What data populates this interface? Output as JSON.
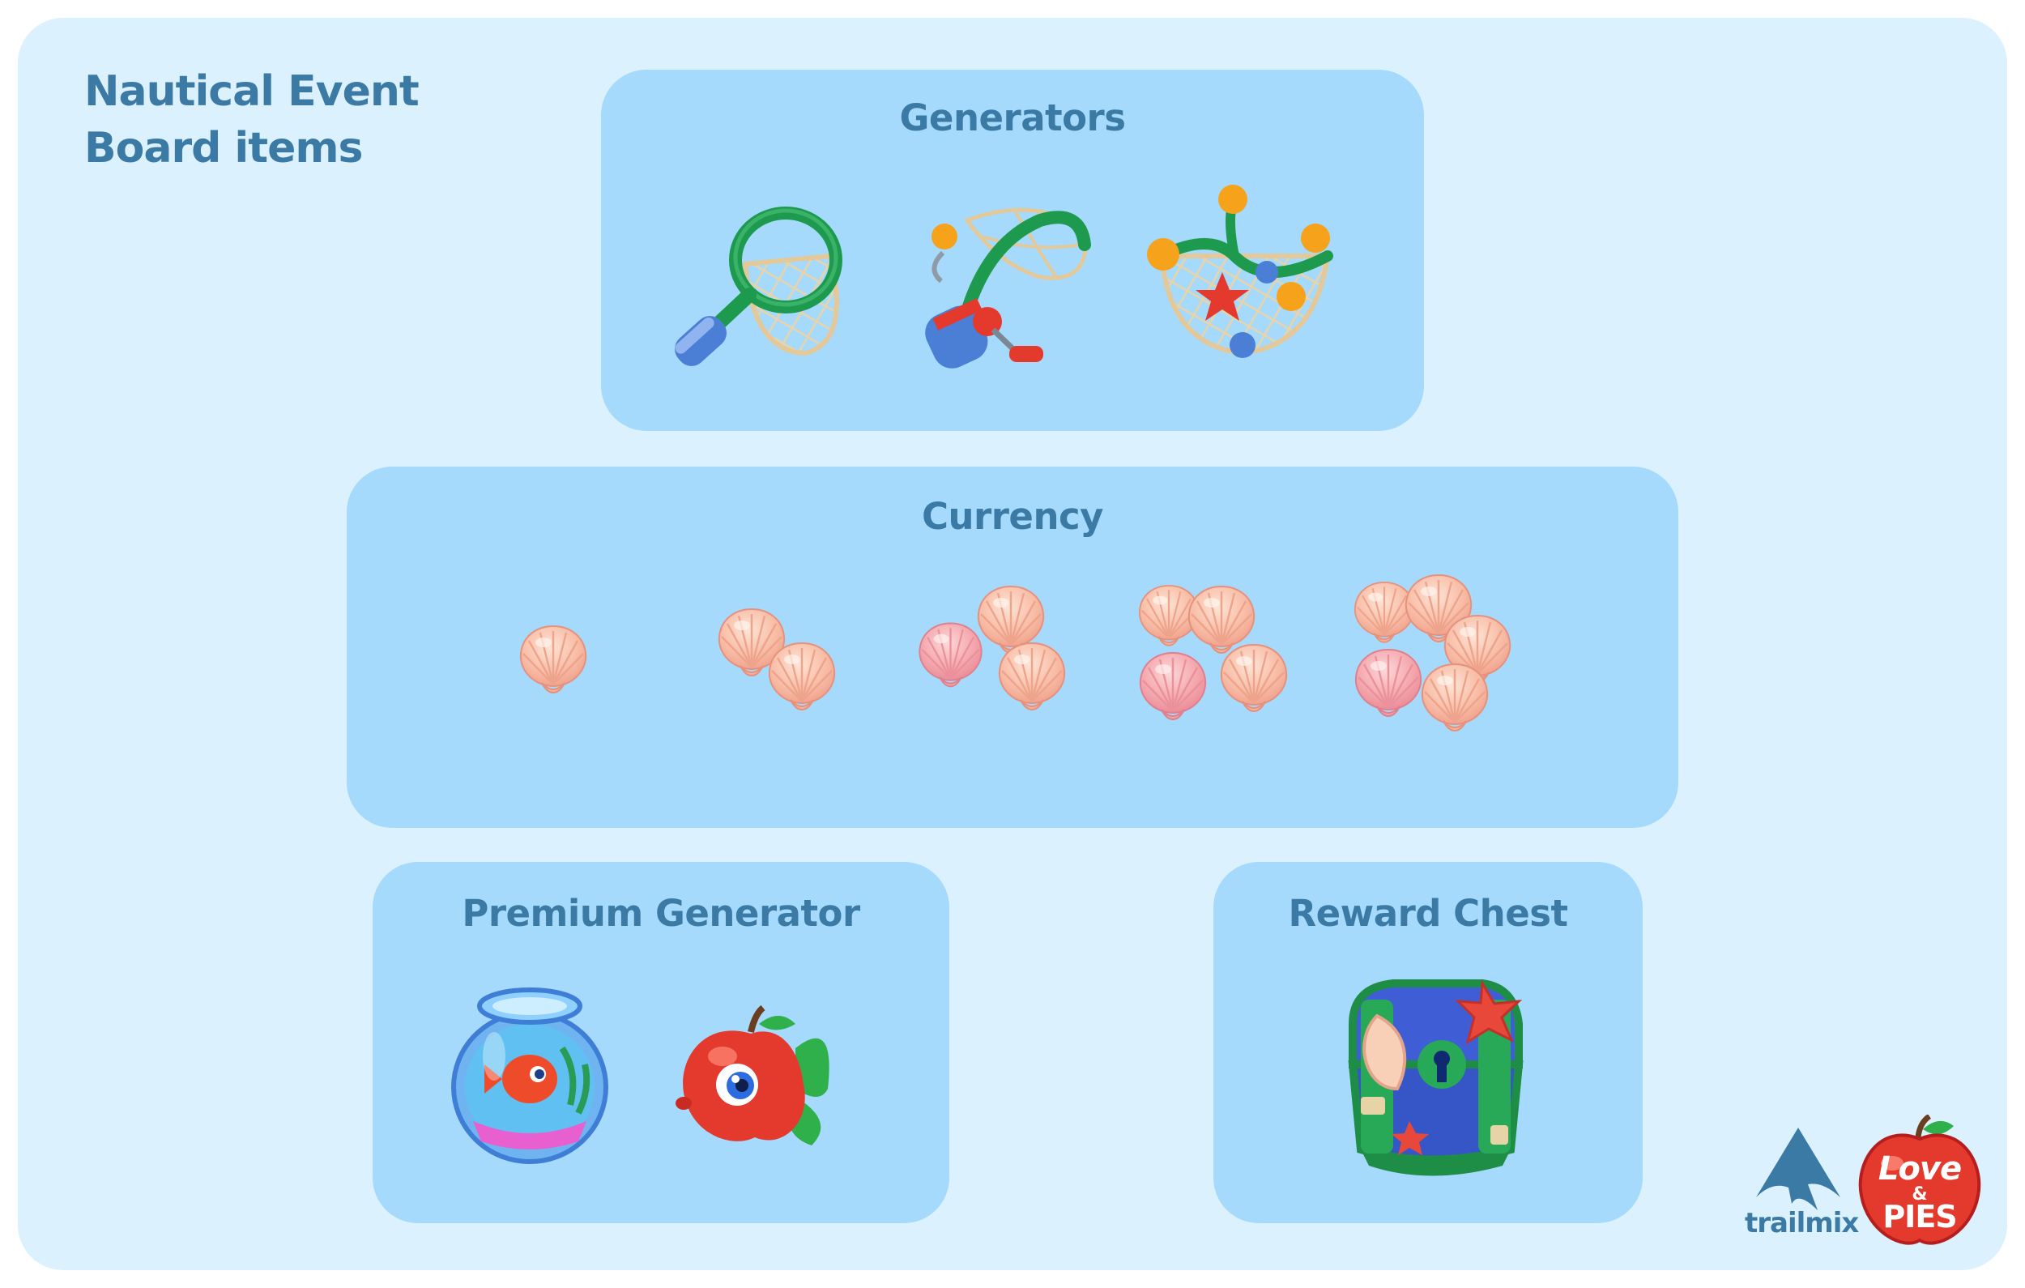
{
  "page": {
    "title": "Nautical Event\nBoard items"
  },
  "sections": {
    "generators": {
      "title": "Generators"
    },
    "currency": {
      "title": "Currency"
    },
    "premium_generator": {
      "title": "Premium Generator"
    },
    "reward_chest": {
      "title": "Reward Chest"
    }
  },
  "items": {
    "generators": [
      "butterfly-net-icon",
      "fishing-rod-net-icon",
      "fishing-net-with-floats-icon"
    ],
    "currency": [
      "seashell-1-icon",
      "seashell-2-icon",
      "seashell-3-icon",
      "seashell-4-icon",
      "seashell-5-icon"
    ],
    "premium_generator": [
      "fishbowl-icon",
      "apple-fish-icon"
    ],
    "reward_chest": [
      "treasure-chest-icon"
    ]
  },
  "logos": {
    "trailmix": "trailmix",
    "love_pies": [
      "Love",
      "&",
      "PIES"
    ]
  },
  "colors": {
    "board": "#dbf1fe",
    "panel": "#a5dafc",
    "text": "#3c7aa6",
    "shell": "#f8bfa8",
    "net_green": "#1e9a4f",
    "handle_blue": "#4b7fd6",
    "apple_red": "#e43a2e"
  }
}
